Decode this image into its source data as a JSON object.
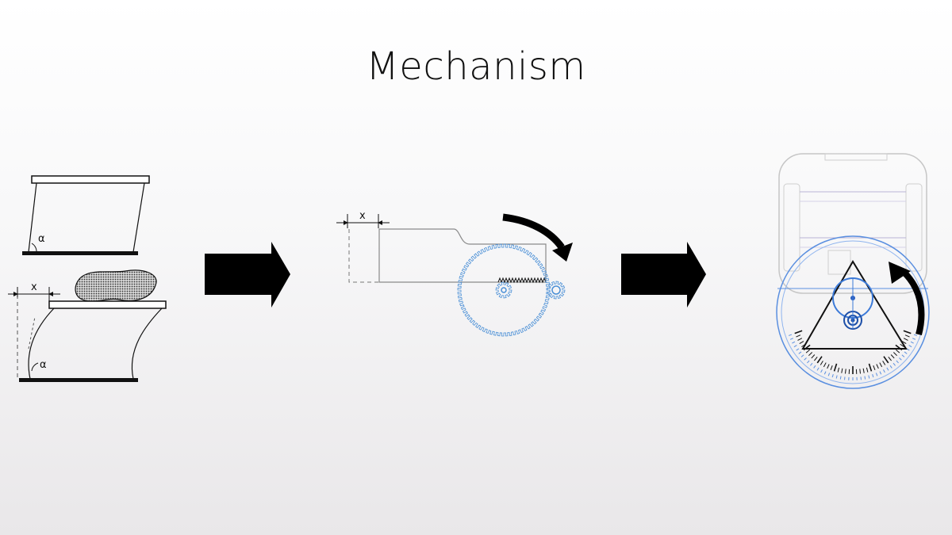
{
  "title": "Mechanism",
  "panels": {
    "shear_sample": {
      "angle_label_top": "α",
      "angle_label_bottom": "α",
      "displacement_label": "x"
    },
    "rack_pinion": {
      "displacement_label": "x"
    }
  },
  "colors": {
    "ink": "#111111",
    "gear_blue": "#4a8fd6",
    "dial_blue": "#2f6fd0",
    "light_gray": "#9a9a9a"
  }
}
